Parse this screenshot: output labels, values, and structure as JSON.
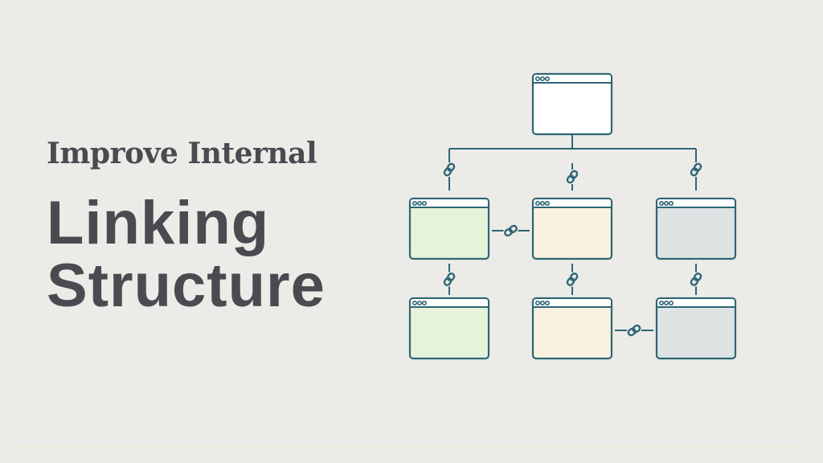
{
  "title": {
    "subtitle": "Improve Internal",
    "line1": "Linking",
    "line2": "Structure"
  },
  "colors": {
    "text": "#4a4b51",
    "stroke": "#2e6675",
    "background": "#ecebe7",
    "frame": "#e3f1d8",
    "page_white": "#ffffff",
    "page_green": "#e6f2da",
    "page_cream": "#f9f1df",
    "page_grey": "#dfe3e3"
  },
  "diagram": {
    "nodes": [
      {
        "id": "root",
        "fill": "page_white",
        "level": 0,
        "column": 1
      },
      {
        "id": "left-1",
        "fill": "page_green",
        "level": 1,
        "column": 0
      },
      {
        "id": "center-1",
        "fill": "page_cream",
        "level": 1,
        "column": 1
      },
      {
        "id": "right-1",
        "fill": "page_grey",
        "level": 1,
        "column": 2
      },
      {
        "id": "left-2",
        "fill": "page_green",
        "level": 2,
        "column": 0
      },
      {
        "id": "center-2",
        "fill": "page_cream",
        "level": 2,
        "column": 1
      },
      {
        "id": "right-2",
        "fill": "page_grey",
        "level": 2,
        "column": 2
      }
    ],
    "links": [
      {
        "from": "root",
        "to": "left-1",
        "icon": "link-icon"
      },
      {
        "from": "root",
        "to": "center-1",
        "icon": "link-icon"
      },
      {
        "from": "root",
        "to": "right-1",
        "icon": "link-icon"
      },
      {
        "from": "left-1",
        "to": "center-1",
        "icon": "link-icon"
      },
      {
        "from": "left-1",
        "to": "left-2",
        "icon": "link-icon"
      },
      {
        "from": "center-1",
        "to": "center-2",
        "icon": "link-icon"
      },
      {
        "from": "right-1",
        "to": "right-2",
        "icon": "link-icon"
      },
      {
        "from": "center-2",
        "to": "right-2",
        "icon": "link-icon"
      }
    ]
  }
}
